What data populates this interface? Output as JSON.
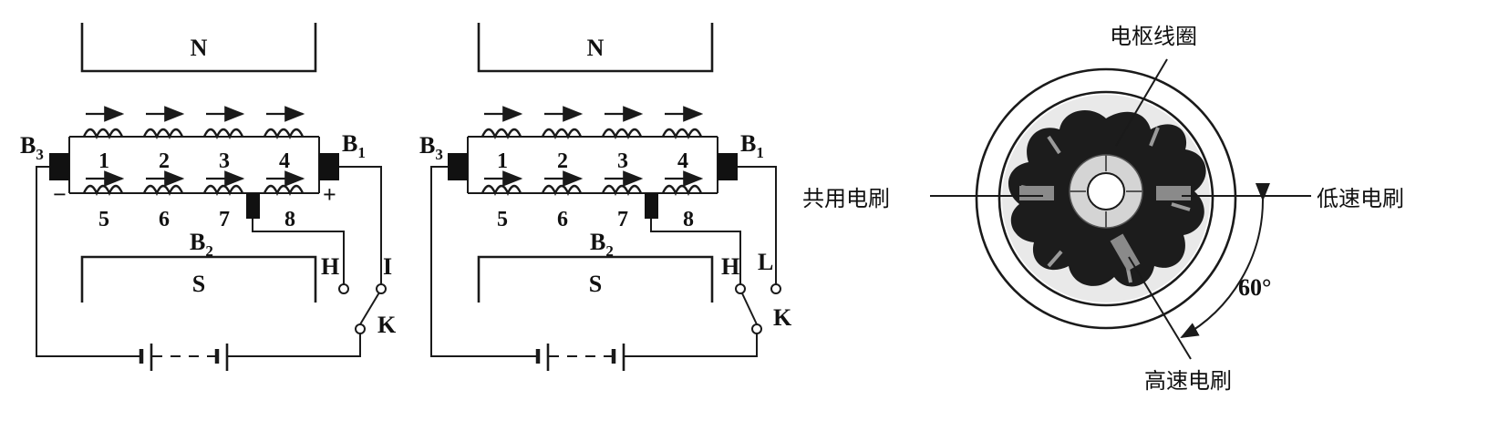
{
  "figure_a": {
    "pole_top": "N",
    "pole_bottom": "S",
    "brush_left": "B",
    "brush_left_sub": "3",
    "brush_right": "B",
    "brush_right_sub": "1",
    "brush_mid": "B",
    "brush_mid_sub": "2",
    "coils_top": [
      "1",
      "2",
      "3",
      "4"
    ],
    "coils_bottom": [
      "5",
      "6",
      "7",
      "8"
    ],
    "minus": "−",
    "plus": "+",
    "terminal_h": "H",
    "terminal_i": "I",
    "switch": "K"
  },
  "figure_b": {
    "pole_top": "N",
    "pole_bottom": "S",
    "brush_left": "B",
    "brush_left_sub": "3",
    "brush_right": "B",
    "brush_right_sub": "1",
    "brush_mid": "B",
    "brush_mid_sub": "2",
    "coils_top": [
      "1",
      "2",
      "3",
      "4"
    ],
    "coils_bottom": [
      "5",
      "6",
      "7",
      "8"
    ],
    "terminal_h": "H",
    "terminal_l": "L",
    "switch": "K"
  },
  "figure_c": {
    "label_coil": "电枢线圈",
    "label_common": "共用电刷",
    "label_low": "低速电刷",
    "label_high": "高速电刷",
    "angle": "60°",
    "colors": {
      "rotor_dark": "#1c1c1c",
      "ring_gray": "#cfcfcf",
      "brush_gray": "#8a8a8a"
    }
  }
}
